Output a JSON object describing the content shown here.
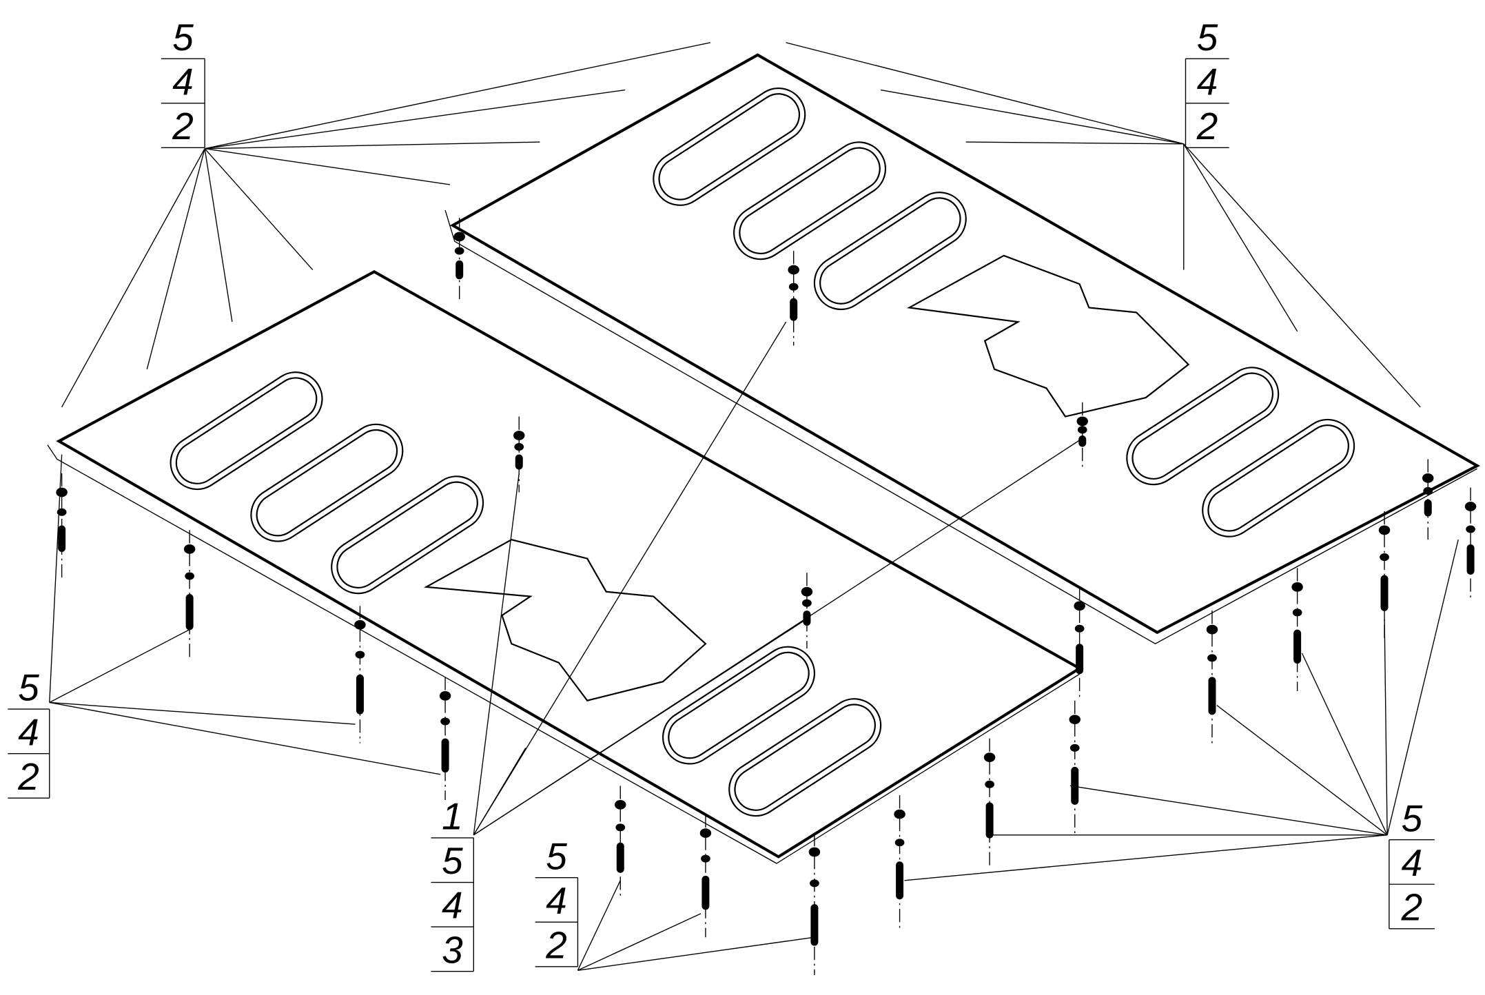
{
  "drawing": {
    "title": "Exploded assembly view of two protective plates with fasteners",
    "callouts": [
      {
        "id": "top-left",
        "items": [
          "5",
          "4",
          "2"
        ]
      },
      {
        "id": "top-right",
        "items": [
          "5",
          "4",
          "2"
        ]
      },
      {
        "id": "left-bottom",
        "items": [
          "5",
          "4",
          "2"
        ]
      },
      {
        "id": "center",
        "items": [
          "1",
          "5",
          "4",
          "3"
        ]
      },
      {
        "id": "bottom-middle",
        "items": [
          "5",
          "4",
          "2"
        ]
      },
      {
        "id": "right-bottom",
        "items": [
          "5",
          "4",
          "2"
        ]
      }
    ]
  }
}
